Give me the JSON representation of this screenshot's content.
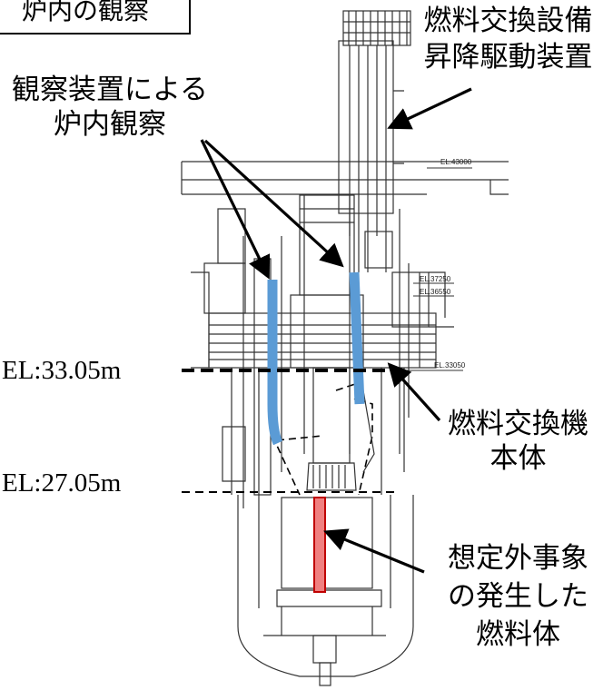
{
  "title_box": "炉内の観察",
  "labels": {
    "fuel_handling_drive_1": "燃料交換設備",
    "fuel_handling_drive_2": "昇降駆動装置",
    "observation_1": "観察装置による",
    "observation_2": "炉内観察",
    "el_33": "EL:33.05m",
    "el_27": "EL:27.05m",
    "machine_1": "燃料交換機",
    "machine_2": "本体",
    "event_1": "想定外事象",
    "event_2": "の発生した",
    "event_3": "燃料体"
  },
  "drawing_labels": {
    "el43000": "EL.43000",
    "el37250": "EL.37250",
    "el36550": "EL.36550",
    "el33050": "EL.33050"
  },
  "colors": {
    "observation_probe": "#5b9bd5",
    "fuel_assembly_fill": "#f08080",
    "fuel_assembly_stroke": "#c00000",
    "line": "#000000"
  }
}
